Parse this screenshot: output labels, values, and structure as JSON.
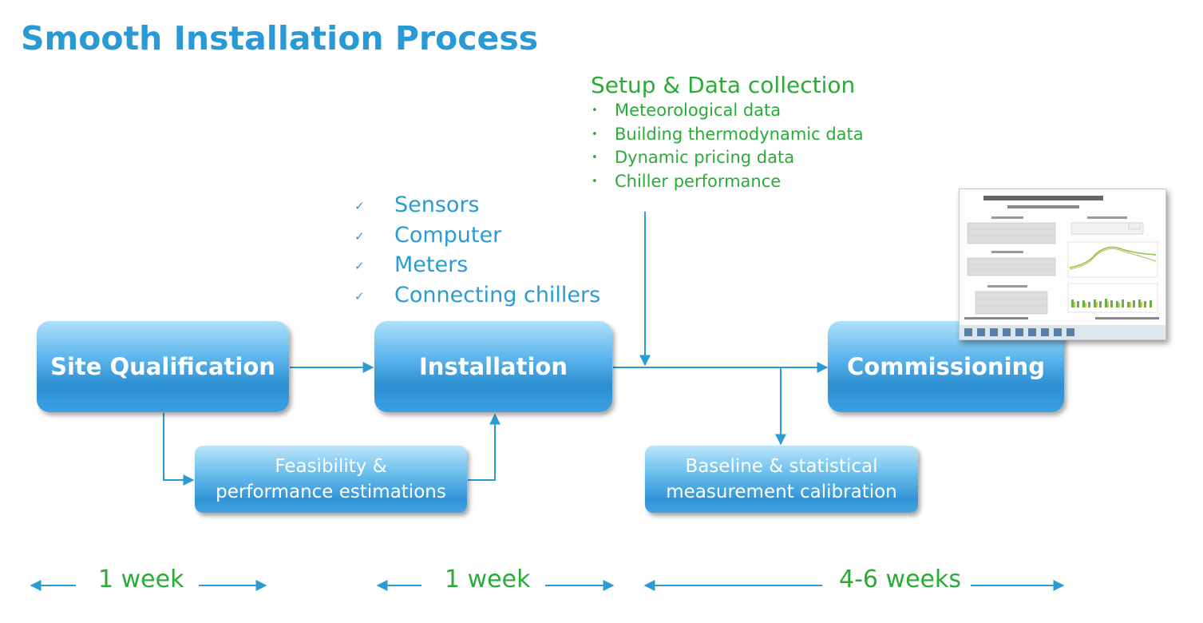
{
  "title": "Smooth Installation Process",
  "setup": {
    "title": "Setup & Data collection",
    "items": [
      "Meteorological data",
      "Building thermodynamic data",
      "Dynamic pricing data",
      "Chiller performance"
    ]
  },
  "checklist": [
    "Sensors",
    "Computer",
    "Meters",
    "Connecting chillers"
  ],
  "stages": {
    "site_qualification": "Site Qualification",
    "installation": "Installation",
    "commissioning": "Commissioning"
  },
  "substeps": {
    "feasibility_line1": "Feasibility &",
    "feasibility_line2": "performance estimations",
    "baseline_line1": "Baseline & statistical",
    "baseline_line2": "measurement calibration"
  },
  "durations": [
    "1 week",
    "1 week",
    "4-6 weeks"
  ],
  "colors": {
    "title": "#2a9ad6",
    "green": "#2aab38",
    "arrow": "#2b9bd4"
  },
  "icons": {
    "check": "check-icon",
    "bullet": "bullet-icon",
    "screenshot": "dashboard-screenshot"
  }
}
